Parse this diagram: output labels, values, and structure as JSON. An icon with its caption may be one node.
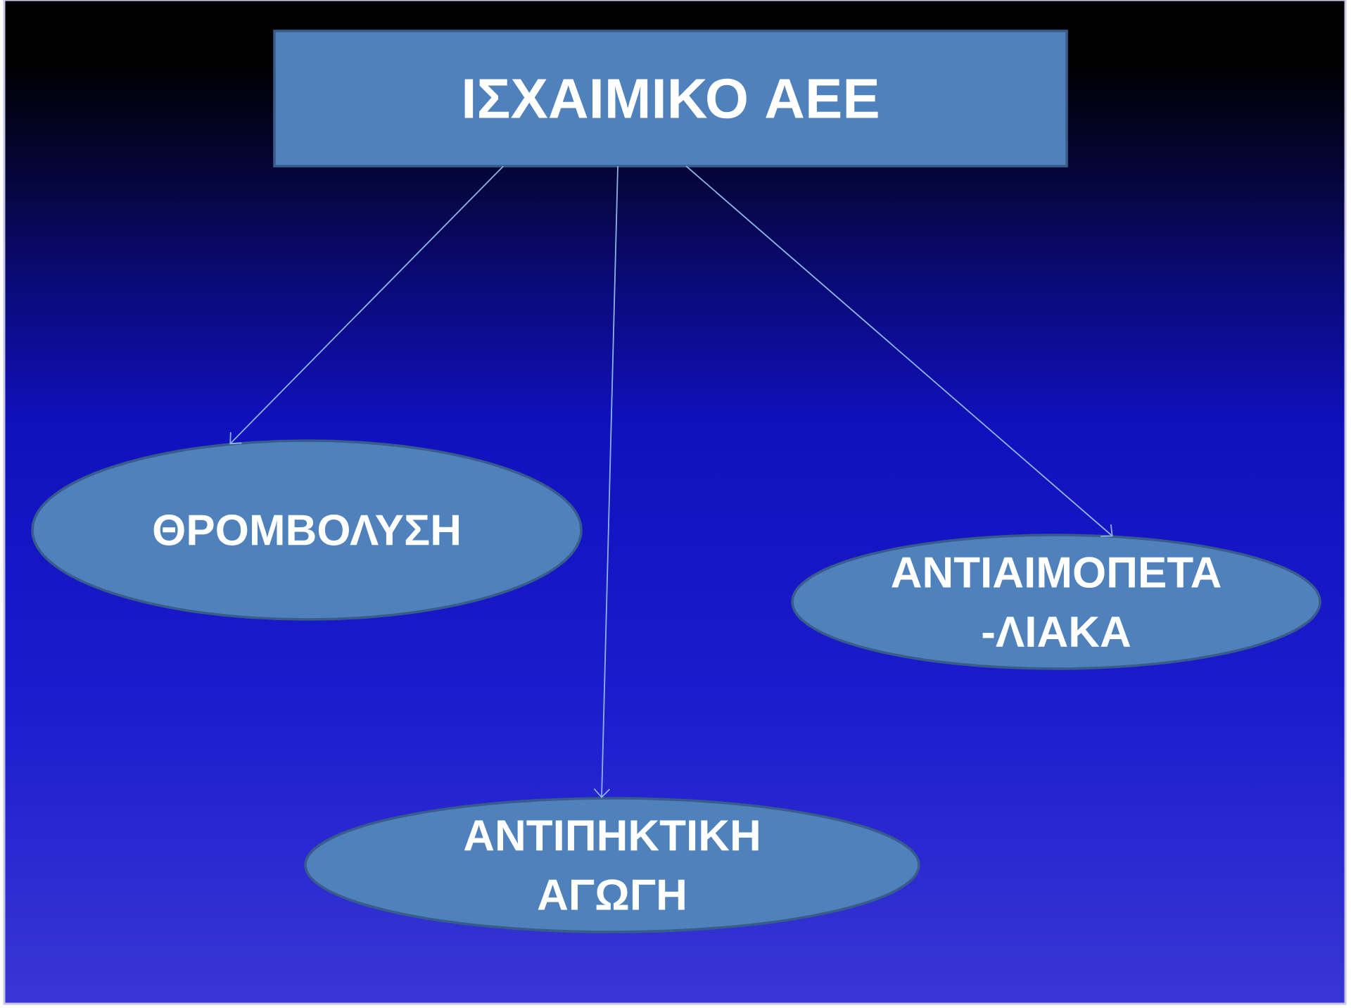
{
  "diagram": {
    "nodes": [
      {
        "text": [
          "ΙΣΧΑΙΜΙΚΟ ΑΕΕ"
        ]
      },
      {
        "text": [
          "ΘΡΟΜΒΟΛΥΣΗ"
        ]
      },
      {
        "text": [
          "ΑΝΤΙΑΙΜΟΠΕΤΑ -ΛΙΑΚΑ"
        ]
      },
      {
        "text": [
          "ΑΝΤΙΠΗΚΤΙΚΗ ΑΓΩΓΗ"
        ]
      }
    ],
    "edges": [
      {
        "from": 0,
        "to": 1,
        "arrow": "to"
      },
      {
        "from": 0,
        "to": 3,
        "arrow": "to"
      },
      {
        "from": 0,
        "to": 2,
        "arrow": "to"
      }
    ]
  }
}
